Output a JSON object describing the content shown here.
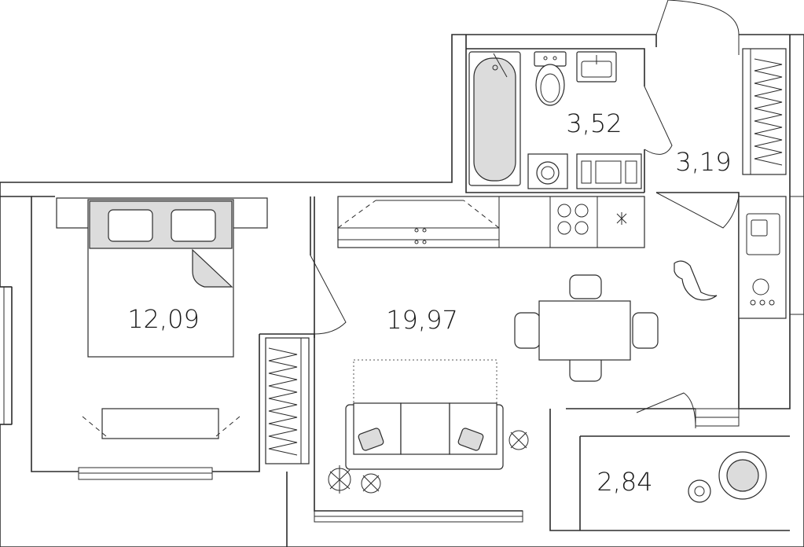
{
  "rooms": {
    "bathroom": {
      "area": "3,52"
    },
    "hallway": {
      "area": "3,19"
    },
    "bedroom": {
      "area": "12,09"
    },
    "living_kitchen": {
      "area": "19,97"
    },
    "balcony": {
      "area": "2,84"
    }
  },
  "colors": {
    "line": "#2b2b2b",
    "fill_accent": "#dcdcdc",
    "background": "#ffffff"
  }
}
